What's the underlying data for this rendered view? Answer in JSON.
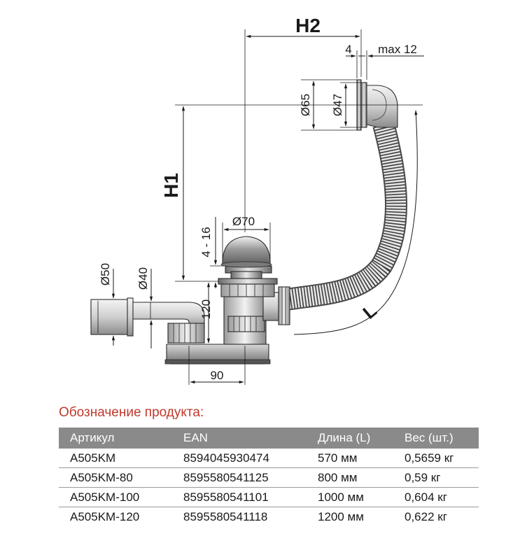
{
  "drawing": {
    "labels": {
      "h2": "H2",
      "h1": "H1",
      "l": "L",
      "dim_4": "4",
      "dim_max12": "max 12",
      "dia_65": "Ø65",
      "dia_47": "Ø47",
      "dia_70": "Ø70",
      "range_4_16": "4 - 16",
      "dia_50": "Ø50",
      "dia_40": "Ø40",
      "height_120": "120",
      "width_90": "90"
    }
  },
  "product": {
    "title": "Обозначение продукта:",
    "columns": [
      "Артикул",
      "EAN",
      "Длина (L)",
      "Вес (шт.)"
    ],
    "rows": [
      [
        "A505KM",
        "8594045930474",
        "570 мм",
        "0,5659 кг"
      ],
      [
        "A505KM-80",
        "8595580541125",
        "800 мм",
        "0,59 кг"
      ],
      [
        "A505KM-100",
        "8595580541101",
        "1000 мм",
        "0,604 кг"
      ],
      [
        "A505KM-120",
        "8595580541118",
        "1200 мм",
        "0,622 кг"
      ]
    ]
  },
  "colors": {
    "title_red": "#c0392b",
    "header_gray": "#8a8a8a"
  }
}
